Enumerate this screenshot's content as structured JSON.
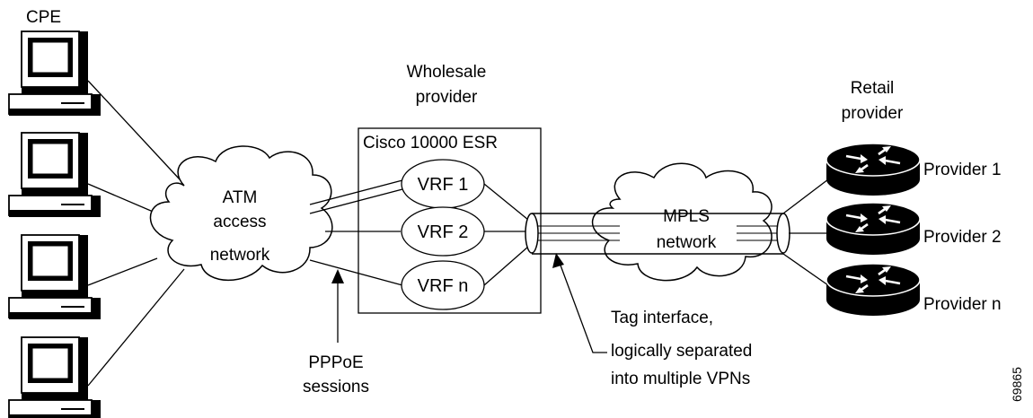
{
  "labels": {
    "cpe": "CPE",
    "wholesale_line1": "Wholesale",
    "wholesale_line2": "provider",
    "retail_line1": "Retail",
    "retail_line2": "provider",
    "esr_title": "Cisco 10000 ESR",
    "atm_line1": "ATM",
    "atm_line2": "access",
    "atm_line3": "network",
    "mpls_line1": "MPLS",
    "mpls_line2": "network",
    "pppoe_line1": "PPPoE",
    "pppoe_line2": "sessions",
    "tag_line1": "Tag interface,",
    "tag_line2": "logically separated",
    "tag_line3": "into multiple VPNs",
    "figure_id": "69865"
  },
  "vrfs": [
    "VRF 1",
    "VRF 2",
    "VRF n"
  ],
  "providers": [
    "Provider 1",
    "Provider 2",
    "Provider n"
  ],
  "icons": {
    "computer": "computer-icon",
    "router": "router-icon",
    "cloud": "cloud-icon",
    "tunnel": "tunnel-icon"
  }
}
